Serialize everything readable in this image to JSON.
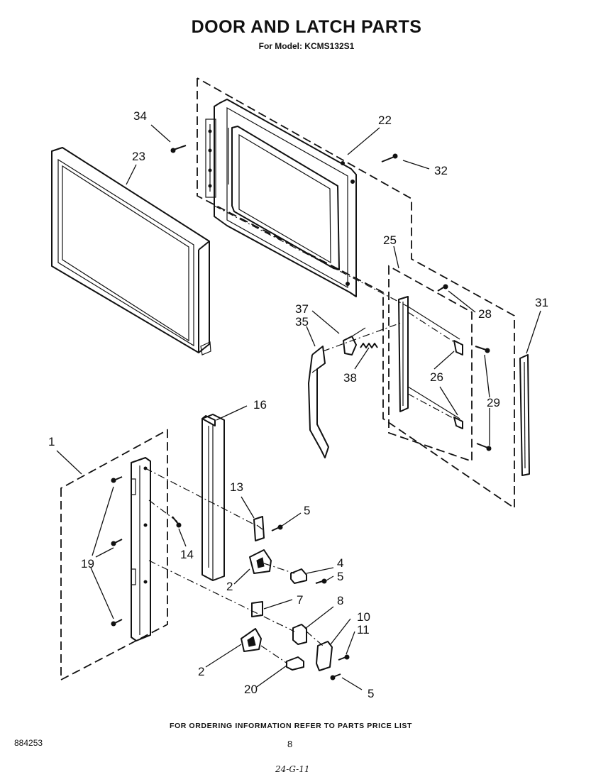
{
  "header": {
    "title": "DOOR AND LATCH PARTS",
    "subtitle": "For Model: KCMS132S1"
  },
  "footer": {
    "note": "FOR ORDERING INFORMATION REFER TO PARTS PRICE LIST",
    "document_number": "884253",
    "page_number": "8",
    "handwritten": "24-G-11"
  },
  "callouts": {
    "c34": "34",
    "c23": "23",
    "c22": "22",
    "c32": "32",
    "c25": "25",
    "c37": "37",
    "c35": "35",
    "c28": "28",
    "c31": "31",
    "c38": "38",
    "c26": "26",
    "c29": "29",
    "c16": "16",
    "c1": "1",
    "c13": "13",
    "c5a": "5",
    "c19": "19",
    "c14": "14",
    "c4": "4",
    "c5b": "5",
    "c2a": "2",
    "c7": "7",
    "c8": "8",
    "c10": "10",
    "c11": "11",
    "c2b": "2",
    "c20": "20",
    "c5c": "5"
  }
}
